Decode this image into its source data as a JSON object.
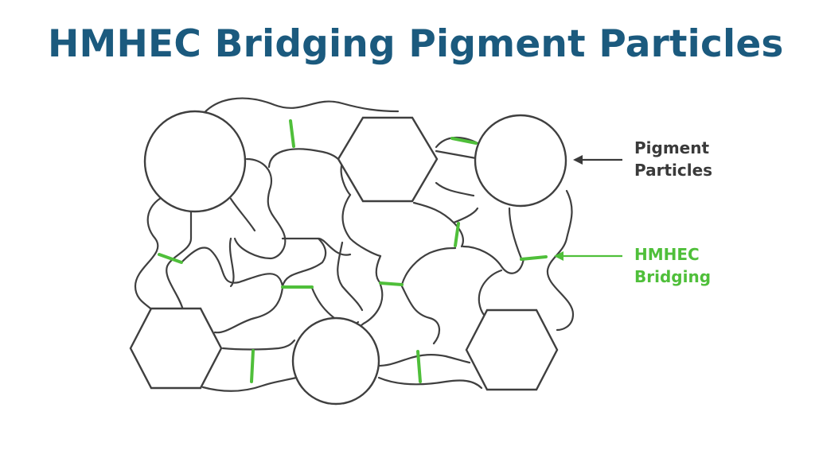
{
  "title": "HMHEC Bridging Pigment Particles",
  "labels": {
    "pigment": [
      "Pigment",
      "Particles"
    ],
    "bridging": [
      "HMHEC",
      "Bridging"
    ]
  },
  "colors": {
    "title": "#1b5a7e",
    "outline": "#3f3f3f",
    "bridge": "#4fbf3a",
    "pigment_label": "#3a3a3a",
    "bridging_label": "#4fbf3a"
  }
}
